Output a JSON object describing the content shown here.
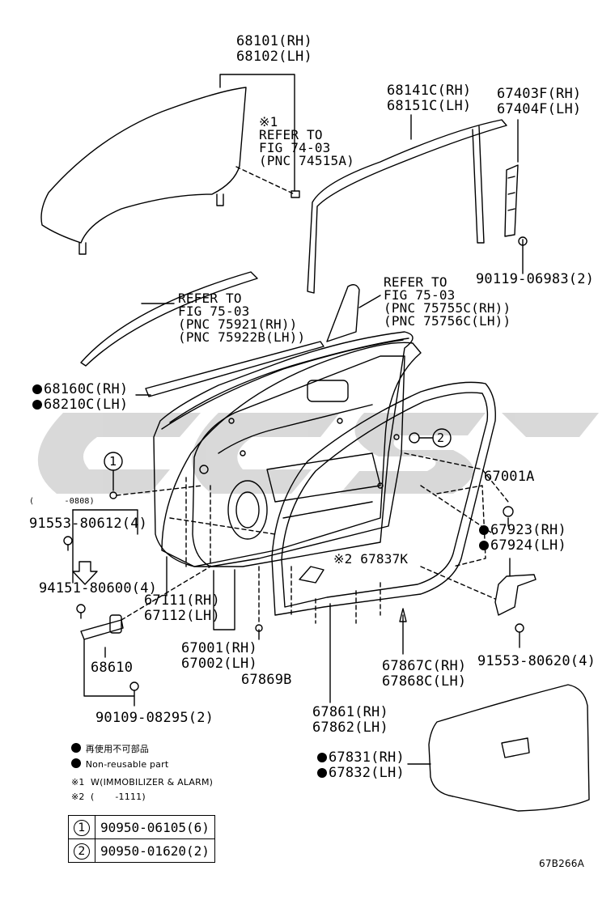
{
  "watermark": {
    "color": "#cfcfcf",
    "lettering": "CCS"
  },
  "callouts": {
    "c68101": "68101(RH)",
    "c68102": "68102(LH)",
    "note1_mark": "※1",
    "refer1_a": "REFER TO",
    "refer1_b": "FIG 74-03",
    "refer1_c": "(PNC 74515A)",
    "c68141": "68141C(RH)",
    "c68151": "68151C(LH)",
    "c67403": "67403F(RH)",
    "c67404": "67404F(LH)",
    "c90119": "90119-06983(2)",
    "refer2_a": "REFER TO",
    "refer2_b": "FIG 75-03",
    "refer2_c": "(PNC 75921(RH))",
    "refer2_d": "(PNC 75922B(LH))",
    "refer3_a": "REFER TO",
    "refer3_b": "FIG 75-03",
    "refer3_c": "(PNC 75755C(RH))",
    "refer3_d": "(PNC 75756C(LH))",
    "c68160": "68160C(RH)",
    "c68210": "68210C(LH)",
    "circle2": "2",
    "circle1": "1",
    "c67001A": "67001A",
    "date_0808": "(      -0808)",
    "c91553a": "91553-80612(4)",
    "c67923": "67923(RH)",
    "c67924": "67924(LH)",
    "c67837": "※2 67837K",
    "c94151": "94151-80600(4)",
    "c67111": "67111(RH)",
    "c67112": "67112(LH)",
    "c91553b": "91553-80620(4)",
    "c67001": "67001(RH)",
    "c67002": "67002(LH)",
    "c68610": "68610",
    "c67867": "67867C(RH)",
    "c67868": "67868C(LH)",
    "c67869": "67869B",
    "c90109": "90109-08295(2)",
    "c67861": "67861(RH)",
    "c67862": "67862(LH)",
    "c67831": "67831(RH)",
    "c67832": "67832(LH)",
    "legend_nonreuse_jp": "再使用不可部品",
    "legend_nonreuse_en": "Non-reusable part",
    "note1_text": "※1  W(IMMOBILIZER & ALARM)",
    "note2_text": "※2  (       -1111)",
    "table_row1_mark": "1",
    "table_row1_part": "90950-06105(6)",
    "table_row2_mark": "2",
    "table_row2_part": "90950-01620(2)",
    "figure_code": "67B266A"
  }
}
